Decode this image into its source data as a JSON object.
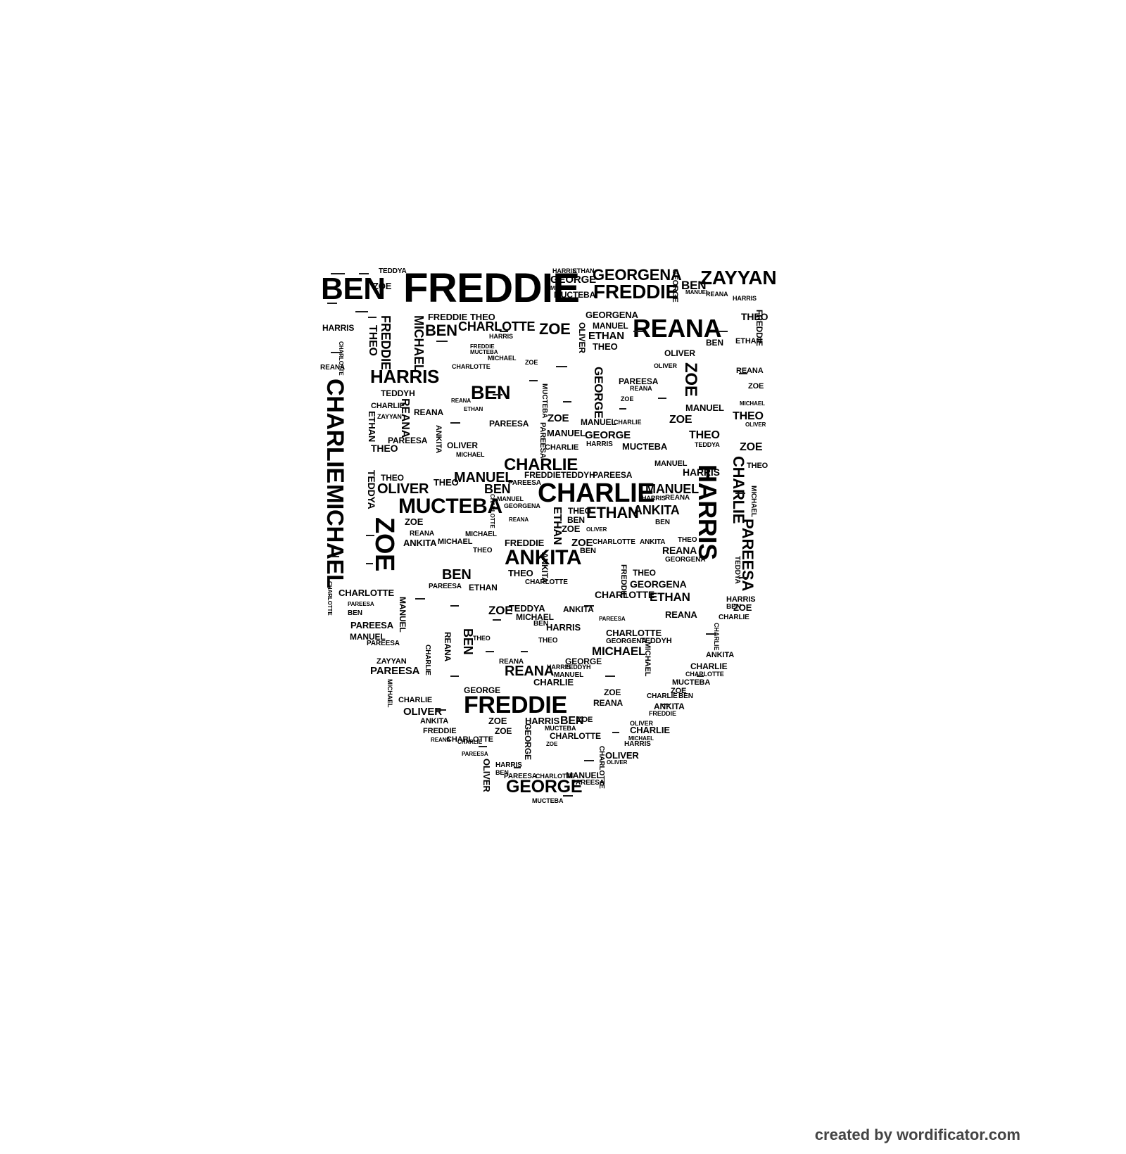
{
  "credit": "created by wordificator.com",
  "ink_color": "#000000",
  "credit_color": "#444444",
  "words": [
    "BEN",
    "FREDDIE",
    "TEDDYA",
    "ZAYYAN",
    "ZOE",
    "HARRIS",
    "ETHAN",
    "GEORGENA",
    "GEORGE",
    "ZAYYAN",
    "MICHAEL",
    "TEDDYH",
    "MUCTEBA",
    "FREDDIE",
    "BEN",
    "MANUEL",
    "REANA",
    "OLIVER",
    "THEO",
    "CHARLIE",
    "CHARLOTTE",
    "PAREESA",
    "ANKITA",
    "REANA",
    "CHARLIE",
    "MICHAEL",
    "FREDDIE",
    "THEO",
    "MICHAEL",
    "CHARLOTTE",
    "ZOE",
    "BEN",
    "HARRIS",
    "MANUEL",
    "ETHAN",
    "GEORGENA",
    "REANA",
    "HARRIS",
    "BEN",
    "FREDDIE",
    "MUCTEBA",
    "CHARLOTTE",
    "MICHAEL",
    "ZOE",
    "OLIVER",
    "THEO",
    "HARRIS",
    "BEN",
    "GEORGE",
    "PAREESA",
    "REANA",
    "ZOE",
    "MUCTEBA",
    "REANA",
    "ETHAN",
    "PAREESA",
    "ANKITA",
    "THEO",
    "MANUEL",
    "CHARLIE",
    "OLIVER",
    "MUCTEBA",
    "GEORGE",
    "HARRIS",
    "REANA",
    "MUCTEBA",
    "CHARLIE",
    "MANUEL",
    "ETHAN",
    "TEDDYA",
    "OLIVER",
    "THEO",
    "FREDDIE",
    "TEDDYH",
    "PAREESA",
    "HARRIS",
    "CHARLIE",
    "MUCTEBA",
    "ZOE",
    "ETHAN",
    "ANKITA",
    "MANUEL",
    "ZOE",
    "ANKITA",
    "MICHAEL",
    "FREDDIE",
    "ANKITA",
    "CHARLOTTE",
    "REANA",
    "CHARLIE",
    "MICHAEL",
    "PAREESA",
    "HARRIS",
    "BEN",
    "ZOE",
    "THEO",
    "ETHAN",
    "GEORGENA",
    "CHARLOTTE",
    "ZOE",
    "ANKITA",
    "OLIVER",
    "MICHAEL",
    "ETHAN",
    "CHARLIE",
    "MANUEL",
    "REANA",
    "ZOE",
    "TEDDYA",
    "HARRIS",
    "BEN",
    "MUCTEBA",
    "THEO",
    "CHARLOTTE",
    "MICHAEL",
    "GEORGENA",
    "TEDDYH",
    "REANA",
    "CHARLIE",
    "GEORGE",
    "OLIVER",
    "CHARLIE",
    "FREDDIE",
    "ZOE",
    "HARRIS",
    "BEN",
    "ZOE",
    "MUCTEBA",
    "CHARLOTTE",
    "OLIVER",
    "REANA",
    "GEORGE",
    "PAREESA",
    "MANUEL",
    "CHARLOTTE",
    "MANUEL",
    "PAREESA",
    "ZAYYAN",
    "HARRIS",
    "CHARLIE",
    "OLIVER",
    "ANKITA",
    "FREDDIE",
    "CHARLIE",
    "CHARLOTTE",
    "THEO",
    "ZOE",
    "ETHAN",
    "ANKITA",
    "MUCTEBA",
    "CHARLIE",
    "HARRIS",
    "OLIVER",
    "ZOE",
    "CHARLOTTE",
    "MICHAEL",
    "CHARLIE",
    "PAREESA",
    "ZOE",
    "THEO",
    "GEORGE",
    "HARRIS",
    "ANKITA",
    "OLIVER",
    "ETHAN",
    "REANA",
    "GEORGENA",
    "PAREESA",
    "THEO",
    "CHARLIE"
  ]
}
